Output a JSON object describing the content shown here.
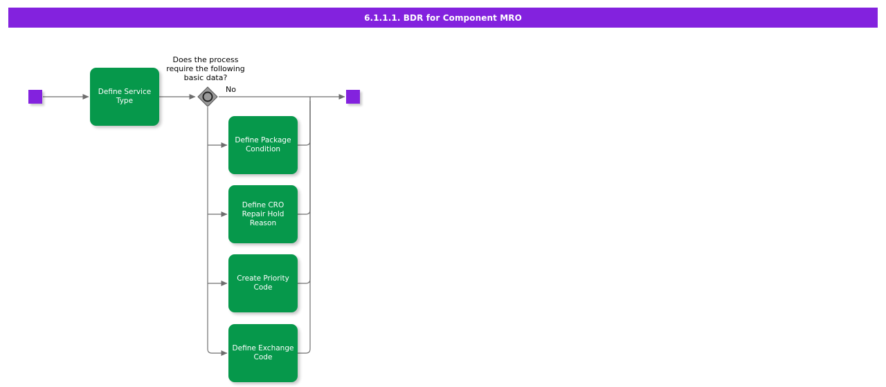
{
  "header": {
    "title": "6.1.1.1. BDR for Component MRO",
    "background_color": "#8322DE",
    "text_color": "#FFFFFF"
  },
  "theme": {
    "task_fill": "#06984B",
    "task_text": "#FFFFFF",
    "event_fill": "#8322DE",
    "gateway_fill": "#999999",
    "gateway_stroke": "#333333",
    "connector_color": "#6E6E6E",
    "canvas_background": "#FFFFFF"
  },
  "diagram": {
    "type": "bpmn-flowchart",
    "start_event": {
      "name": "start-event",
      "shape": "square",
      "color": "#8322DE"
    },
    "end_event": {
      "name": "end-event",
      "shape": "square",
      "color": "#8322DE"
    },
    "gateway": {
      "name": "inclusive-gateway",
      "shape": "diamond-with-circle",
      "question": "Does the process\nrequire the following\nbasic data?"
    },
    "tasks": [
      {
        "id": "define-service-type",
        "label": "Define Service\nType"
      },
      {
        "id": "define-package-condition",
        "label": "Define Package\nCondition"
      },
      {
        "id": "define-cro-repair-hold-reason",
        "label": "Define CRO\nRepair Hold\nReason"
      },
      {
        "id": "create-priority-code",
        "label": "Create Priority\nCode"
      },
      {
        "id": "define-exchange-code",
        "label": "Define Exchange\nCode"
      }
    ],
    "edge_labels": [
      {
        "id": "no-branch",
        "text": "No"
      }
    ]
  }
}
